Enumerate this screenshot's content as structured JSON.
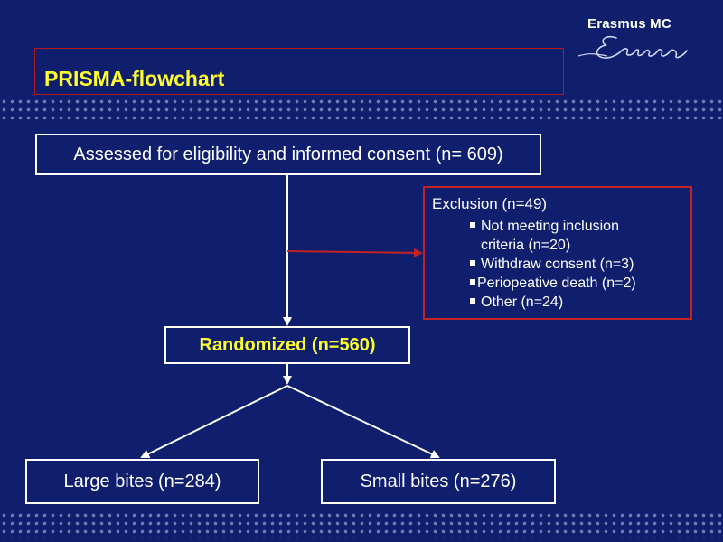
{
  "slide": {
    "title": "PRISMA-flowchart",
    "logo": {
      "text": "Erasmus MC",
      "signature_icon": "erasmus-signature-icon"
    }
  },
  "flow": {
    "assessed": "Assessed for eligibility and informed consent (n= 609)",
    "exclusion": {
      "heading": "Exclusion (n=49)",
      "items": [
        "Not meeting inclusion criteria (n=20)",
        "Withdraw consent (n=3)",
        "Periopeative death (n=2)",
        "Other (n=24)"
      ]
    },
    "randomized": "Randomized (n=560)",
    "arms": {
      "large": "Large bites (n=284)",
      "small": "Small bites (n=276)"
    }
  },
  "colors": {
    "background": "#0f1f6e",
    "title": "#ffff2e",
    "exclusion_border": "#c42222",
    "box_border": "#ffffff"
  }
}
